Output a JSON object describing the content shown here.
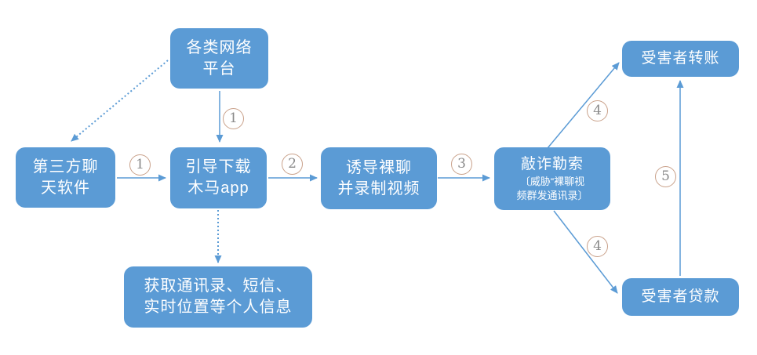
{
  "colors": {
    "box_fill": "#5b9bd5",
    "box_text": "#ffffff",
    "arrow": "#5b9bd5",
    "step_ring": "#c9a18a",
    "step_text": "#8a8a8a"
  },
  "boxes": {
    "platforms": {
      "line1": "各类网络",
      "line2": "平台"
    },
    "chat": {
      "line1": "第三方聊",
      "line2": "天软件"
    },
    "trojan": {
      "line1": "引导下载",
      "line2": "木马app"
    },
    "nudechat": {
      "line1": "诱导裸聊",
      "line2": "并录制视频"
    },
    "extortion": {
      "title": "敲诈勒索",
      "sub1": "〔威胁“裸聊视",
      "sub2": "频群发通讯录〕"
    },
    "transfer": {
      "text": "受害者转账"
    },
    "loan": {
      "text": "受害者贷款"
    },
    "personal_info": {
      "line1": "获取通讯录、短信、",
      "line2": "实时位置等个人信息"
    }
  },
  "step_labels": {
    "s1_vertical": "1",
    "s1_horizontal": "1",
    "s2": "2",
    "s3": "3",
    "s4_upper": "4",
    "s4_lower": "4",
    "s5": "5"
  }
}
